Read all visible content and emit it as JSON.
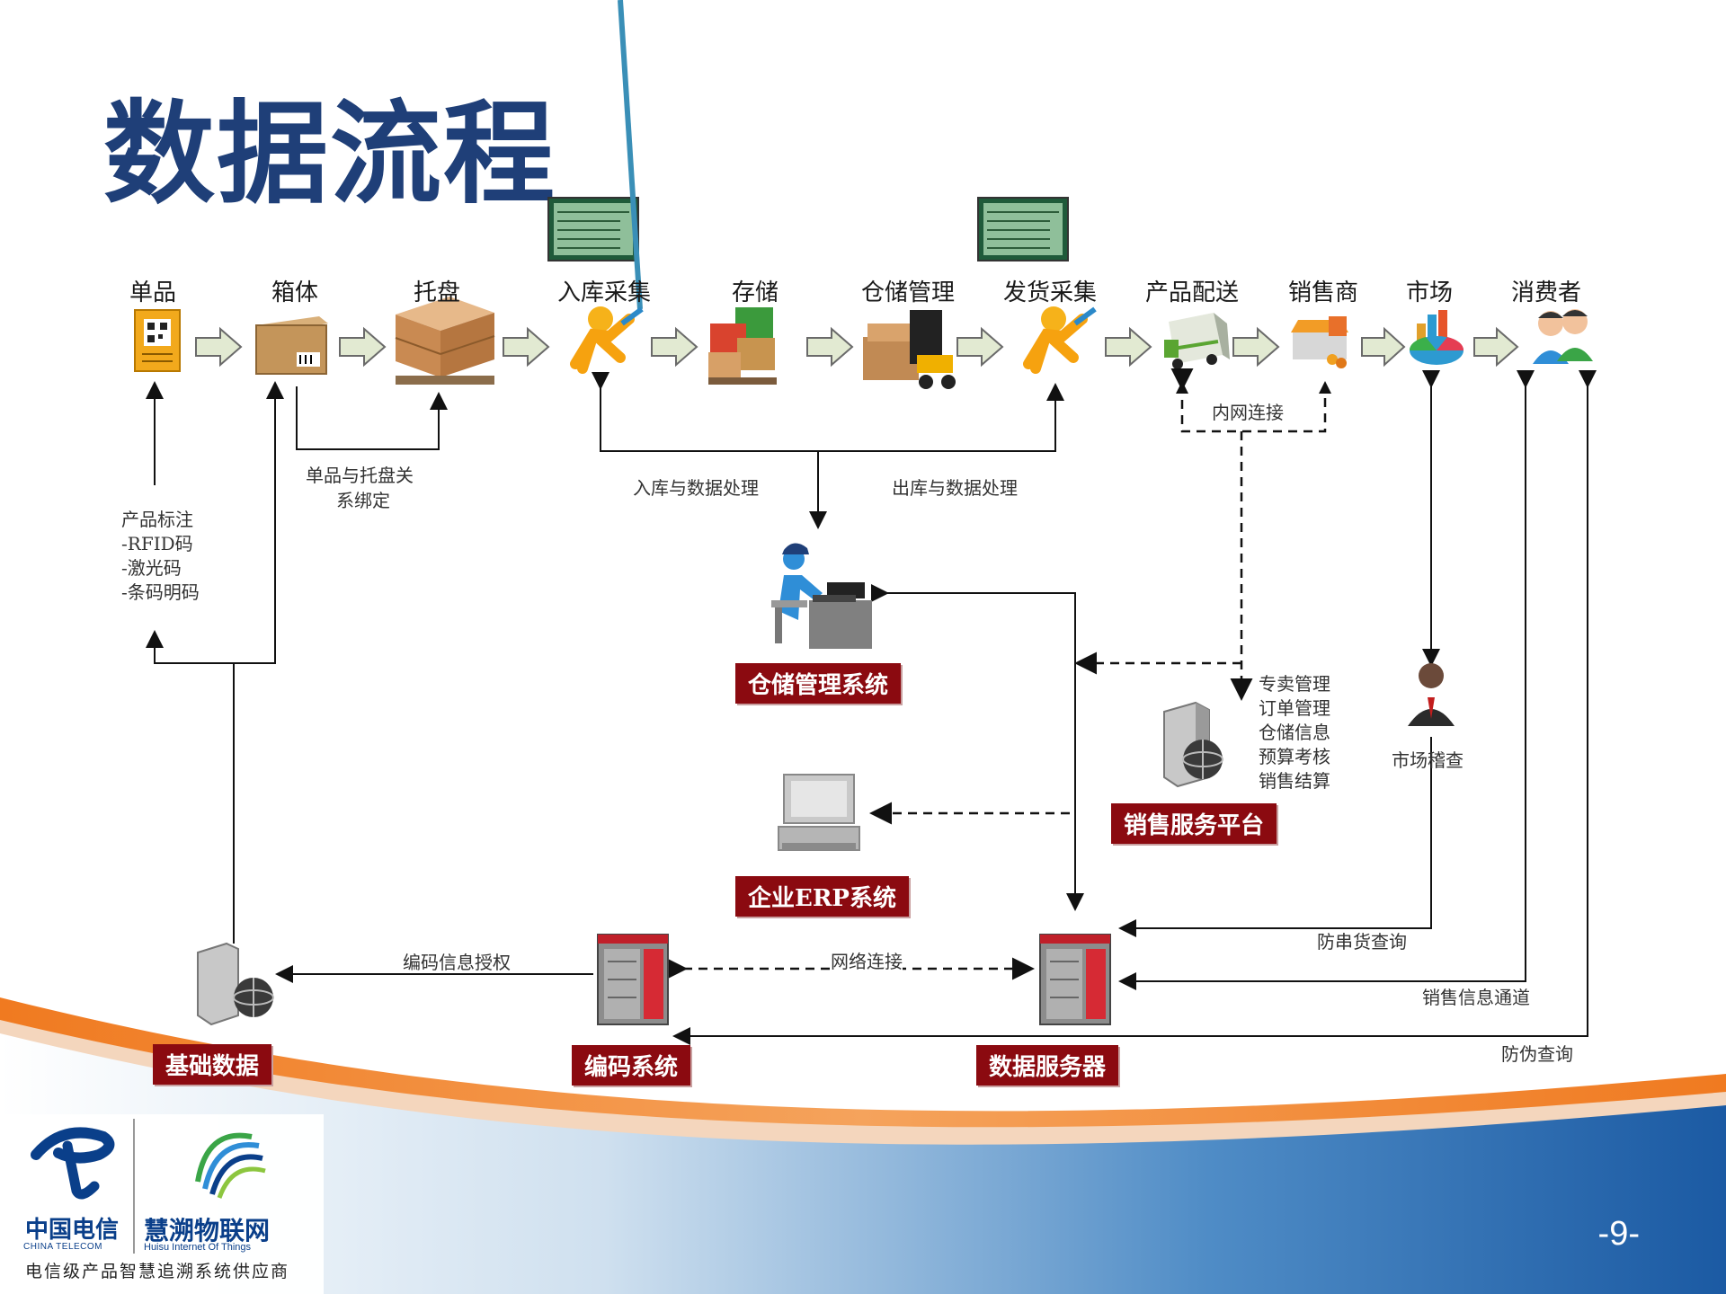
{
  "slide": {
    "title": "数据流程",
    "page_number": "-9-"
  },
  "stages": [
    {
      "label": "单品",
      "icon": "tag-icon"
    },
    {
      "label": "箱体",
      "icon": "box-icon"
    },
    {
      "label": "托盘",
      "icon": "pallet-icon"
    },
    {
      "label": "入库采集",
      "icon": "scanner-person-icon"
    },
    {
      "label": "存储",
      "icon": "stacked-goods-icon"
    },
    {
      "label": "仓储管理",
      "icon": "forklift-icon"
    },
    {
      "label": "发货采集",
      "icon": "scanner-person-icon"
    },
    {
      "label": "产品配送",
      "icon": "delivery-truck-icon"
    },
    {
      "label": "销售商",
      "icon": "shop-icon"
    },
    {
      "label": "市场",
      "icon": "market-chart-icon"
    },
    {
      "label": "消费者",
      "icon": "consumers-icon"
    }
  ],
  "notes": {
    "binding": [
      "单品与托盘关",
      "系绑定"
    ],
    "inbound": "入库与数据处理",
    "outbound": "出库与数据处理",
    "intranet": "内网连接",
    "product_marking": [
      "产品标注",
      "-RFID码",
      "-激光码",
      "-条码明码"
    ],
    "sales_functions": [
      "专卖管理",
      "订单管理",
      "仓储信息",
      "预算考核",
      "销售结算"
    ],
    "market_check": "市场稽查",
    "code_auth": "编码信息授权",
    "network": "网络连接",
    "anti_diversion": "防串货查询",
    "sales_channel": "销售信息通道",
    "anti_fake": "防伪查询"
  },
  "systems": {
    "warehouse_system": "仓储管理系统",
    "sales_platform": "销售服务平台",
    "erp": "企业ERP系统",
    "base_data": "基础数据",
    "coding_system": "编码系统",
    "data_server": "数据服务器"
  },
  "footer": {
    "brand_a": "中国电信",
    "brand_a_en": "CHINA TELECOM",
    "brand_b": "慧溯物联网",
    "brand_b_en": "Huisu Internet Of Things",
    "tagline": "电信级产品智慧追溯系统供应商"
  },
  "colors": {
    "title": "#1f3f78",
    "label_bg": "#8b0a10",
    "arrow_fill": "#e2ead2",
    "footer_blue": "#1d5fa8",
    "footer_orange": "#f07a20"
  }
}
